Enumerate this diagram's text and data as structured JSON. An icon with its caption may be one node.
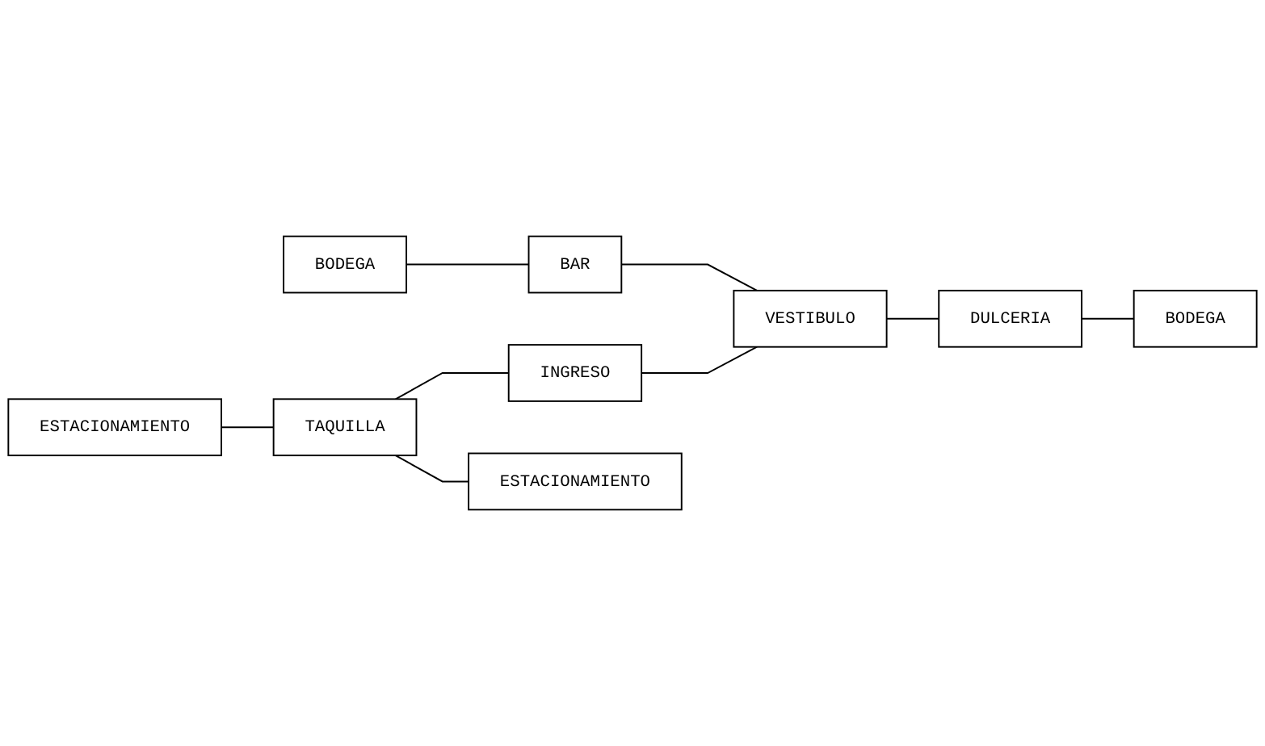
{
  "diagram": {
    "nodes": [
      {
        "text": [
          "BODEGA"
        ]
      },
      {
        "text": [
          "BAR"
        ]
      },
      {
        "text": [
          "ESTACIONAMIENTO"
        ]
      },
      {
        "text": [
          "TAQUILLA"
        ]
      },
      {
        "text": [
          "INGRESO"
        ]
      },
      {
        "text": [
          "VESTIBULO"
        ]
      },
      {
        "text": [
          "ESTACIONAMIENTO"
        ]
      },
      {
        "text": [
          "DULCERIA"
        ]
      },
      {
        "text": [
          "BODEGA"
        ]
      }
    ],
    "edges": [
      {
        "from": 0,
        "to": 1,
        "arrow": "none"
      },
      {
        "from": 1,
        "to": 5,
        "arrow": "none"
      },
      {
        "from": 2,
        "to": 3,
        "arrow": "none"
      },
      {
        "from": 3,
        "to": 4,
        "arrow": "none"
      },
      {
        "from": 4,
        "to": 5,
        "arrow": "none"
      },
      {
        "from": 3,
        "to": 6,
        "arrow": "none"
      },
      {
        "from": 5,
        "to": 7,
        "arrow": "none"
      },
      {
        "from": 7,
        "to": 8,
        "arrow": "none"
      }
    ]
  }
}
